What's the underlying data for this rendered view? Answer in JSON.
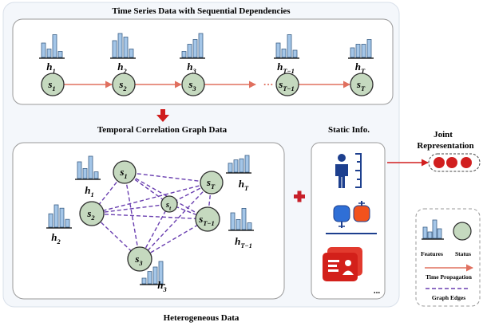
{
  "colors": {
    "node_fill": "#c5d9bf",
    "bar_fill": "#a4c6e8",
    "time_arrow": "#e0705f",
    "graph_edge": "#6a3fb0",
    "down_arrow": "#d01c1c",
    "plus": "#c8202a",
    "joint_dots": "#d11f1f",
    "panel_fill": "#f4f7fb"
  },
  "diagram": {
    "outer_title": "Heterogeneous Data",
    "top_title": "Time Series Data with Sequential Dependencies",
    "graph_title": "Temporal Correlation Graph Data",
    "static_title": "Static Info.",
    "static_more": "...",
    "joint_label_line1": "Joint",
    "joint_label_line2": "Representation",
    "time_nodes": [
      {
        "base": "s",
        "sub": "1",
        "h_sub": "1",
        "bars": [
          0.6,
          0.35,
          0.95,
          0.25
        ]
      },
      {
        "base": "s",
        "sub": "2",
        "h_sub": "2",
        "bars": [
          0.7,
          1.0,
          0.85,
          0.35
        ]
      },
      {
        "base": "s",
        "sub": "3",
        "h_sub": "3",
        "bars": [
          0.25,
          0.55,
          0.75,
          1.0
        ]
      },
      {
        "base": "s",
        "sub": "T−1",
        "h_sub": "T−1",
        "bars": [
          0.6,
          0.35,
          0.95,
          0.3
        ]
      },
      {
        "base": "s",
        "sub": "T",
        "h_sub": "T",
        "bars": [
          0.4,
          0.55,
          0.55,
          0.75
        ]
      }
    ],
    "time_ellipsis": "···",
    "graph_nodes": [
      {
        "id": "g1",
        "sub": "1",
        "h_sub": "1"
      },
      {
        "id": "gT",
        "sub": "T",
        "h_sub": "T"
      },
      {
        "id": "gt",
        "sub": "t",
        "h_sub": ""
      },
      {
        "id": "g2",
        "sub": "2",
        "h_sub": "2"
      },
      {
        "id": "g3",
        "sub": "3",
        "h_sub": "3"
      },
      {
        "id": "gT1",
        "sub": "T−1",
        "h_sub": "T−1"
      }
    ],
    "graph_edges": [
      [
        "g1",
        "gT"
      ],
      [
        "g1",
        "g2"
      ],
      [
        "g1",
        "gt"
      ],
      [
        "g1",
        "g3"
      ],
      [
        "g1",
        "gT1"
      ],
      [
        "gT",
        "g2"
      ],
      [
        "gT",
        "gt"
      ],
      [
        "gT",
        "gT1"
      ],
      [
        "gT",
        "g3"
      ],
      [
        "g2",
        "gt"
      ],
      [
        "g2",
        "g3"
      ],
      [
        "g2",
        "gT1"
      ],
      [
        "g3",
        "gT1"
      ],
      [
        "g3",
        "gt"
      ],
      [
        "gt",
        "gT1"
      ]
    ],
    "legend": {
      "features": "Features",
      "status": "Status",
      "time_propagation": "Time Propagation",
      "graph_edges": "Graph Edges"
    }
  }
}
